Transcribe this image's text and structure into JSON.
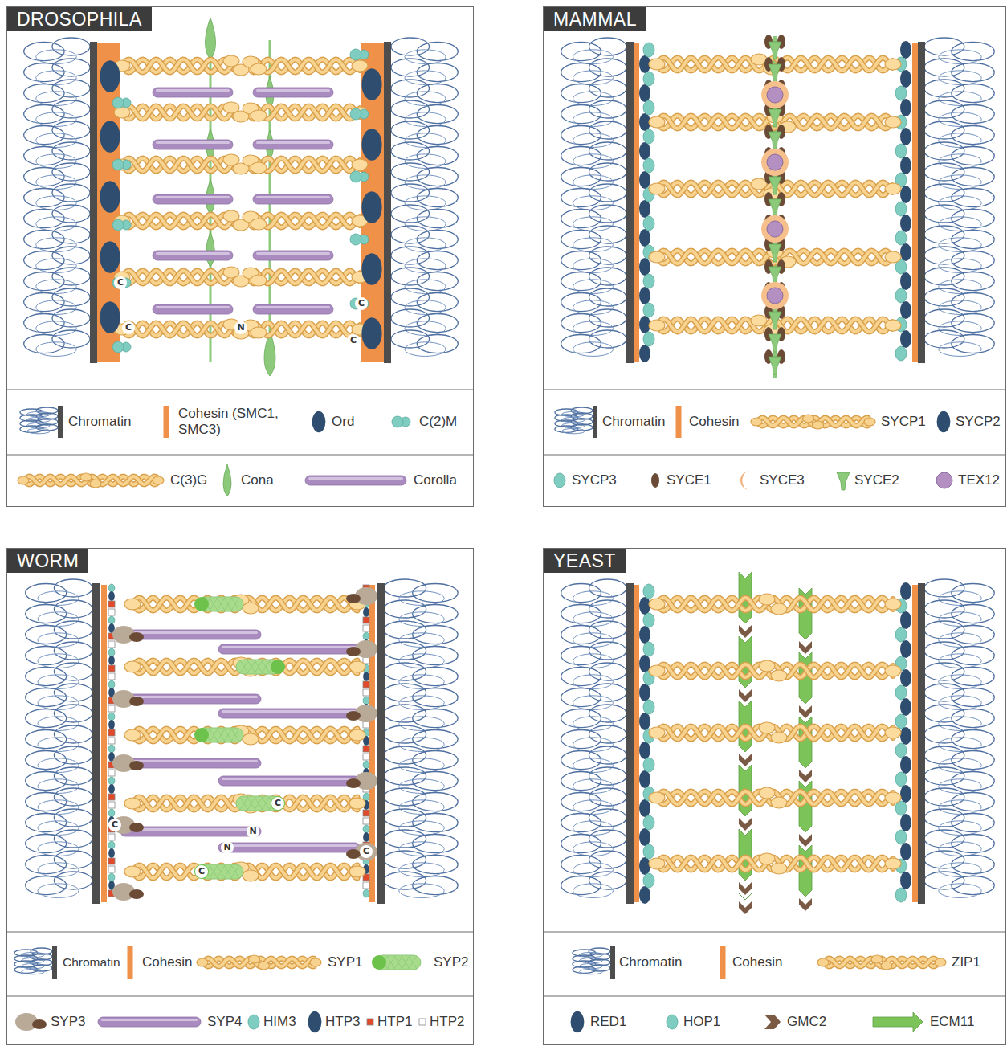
{
  "diagram": {
    "nodes": [
      {
        "text": [
          "DROSOPHILA"
        ]
      },
      {
        "text": [
          "MAMMAL"
        ]
      },
      {
        "text": [
          "WORM"
        ]
      },
      {
        "text": [
          "YEAST"
        ]
      }
    ],
    "labels": [
      "C",
      "C",
      "N",
      "C",
      "C",
      "C",
      "C",
      "N",
      "N",
      "C",
      "C"
    ],
    "legend": [
      {
        "text": "Chromatin"
      },
      {
        "text": "Cohesin (SMC1, SMC3)",
        "color": "#f0914a"
      },
      {
        "text": "Ord",
        "color": "#2f4d6e"
      },
      {
        "text": "C(2)M",
        "color": "#7ecdc0"
      },
      {
        "text": "C(3)G",
        "color": "#f8d38f"
      },
      {
        "text": "Cona",
        "color": "#8cc97a"
      },
      {
        "text": "Corolla",
        "color": "#a98bc0"
      },
      {
        "text": "Chromatin"
      },
      {
        "text": "Cohesin",
        "color": "#f0914a"
      },
      {
        "text": "SYCP1",
        "color": "#f8d38f"
      },
      {
        "text": "SYCP2",
        "color": "#2f4d6e"
      },
      {
        "text": "SYCP3",
        "color": "#7ecdc0"
      },
      {
        "text": "SYCE1",
        "color": "#6b4a36"
      },
      {
        "text": "SYCE3",
        "color": "#f2b07a"
      },
      {
        "text": "SYCE2",
        "color": "#8cc97a"
      },
      {
        "text": "TEX12",
        "color": "#b48fc2"
      },
      {
        "text": "Chromatin"
      },
      {
        "text": "Cohesin",
        "color": "#f0914a"
      },
      {
        "text": "SYP1",
        "color": "#f8d38f"
      },
      {
        "text": "SYP2",
        "color": "#a8dc8c"
      },
      {
        "text": "SYP3",
        "color": "#b9aa98"
      },
      {
        "text": "SYP4",
        "color": "#a98bc0"
      },
      {
        "text": "HIM3",
        "color": "#7ecdc0"
      },
      {
        "text": "HTP3",
        "color": "#2f4d6e"
      },
      {
        "text": "HTP1",
        "color": "#e04a2a"
      },
      {
        "text": "HTP2",
        "color": "#ffffff"
      },
      {
        "text": "Chromatin"
      },
      {
        "text": "Cohesin",
        "color": "#f0914a"
      },
      {
        "text": "ZIP1",
        "color": "#f8d38f"
      },
      {
        "text": "RED1",
        "color": "#2f4d6e"
      },
      {
        "text": "HOP1",
        "color": "#7ecdc0"
      },
      {
        "text": "GMC2",
        "color": "#7a5a44"
      },
      {
        "text": "ECM11",
        "color": "#7cc35a"
      }
    ]
  }
}
